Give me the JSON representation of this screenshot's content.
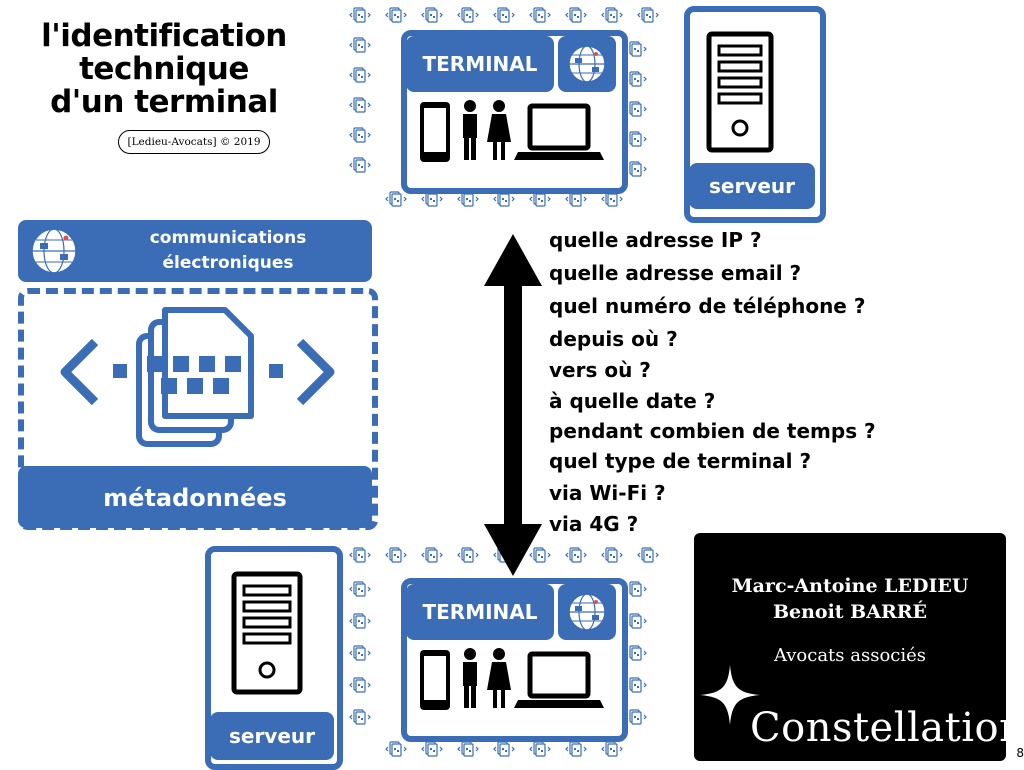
{
  "title": {
    "line1": "l'identification",
    "line2": "technique",
    "line3": "d'un terminal"
  },
  "copyright": "[Ledieu-Avocats] © 2019",
  "terminal_top": {
    "label": "TERMINAL",
    "server_label": "serveur"
  },
  "terminal_bottom": {
    "label": "TERMINAL",
    "server_label": "serveur"
  },
  "comms": {
    "line1": "communications",
    "line2": "électroniques",
    "metadata_label": "métadonnées"
  },
  "questions": [
    "quelle adresse IP ?",
    "quelle adresse email ?",
    "quel numéro de téléphone ?",
    "depuis où ?",
    "vers où ?",
    "à quelle date ?",
    "pendant combien de temps ?",
    "quel type de terminal ?",
    "via Wi-Fi ?",
    "via 4G ?"
  ],
  "credits": {
    "name1": "Marc-Antoine LEDIEU",
    "name2": "Benoit BARRÉ",
    "subtitle": "Avocats associés",
    "brand": "Constellation"
  },
  "page_number": "8",
  "colors": {
    "accent": "#3a6db5",
    "text": "#000000",
    "credits_bg": "#000000"
  },
  "icons": [
    "globe-network-icon",
    "smartphone-icon",
    "people-icon",
    "laptop-icon",
    "server-icon",
    "document-code-icon",
    "double-arrow-icon",
    "star-sparkle-icon"
  ]
}
